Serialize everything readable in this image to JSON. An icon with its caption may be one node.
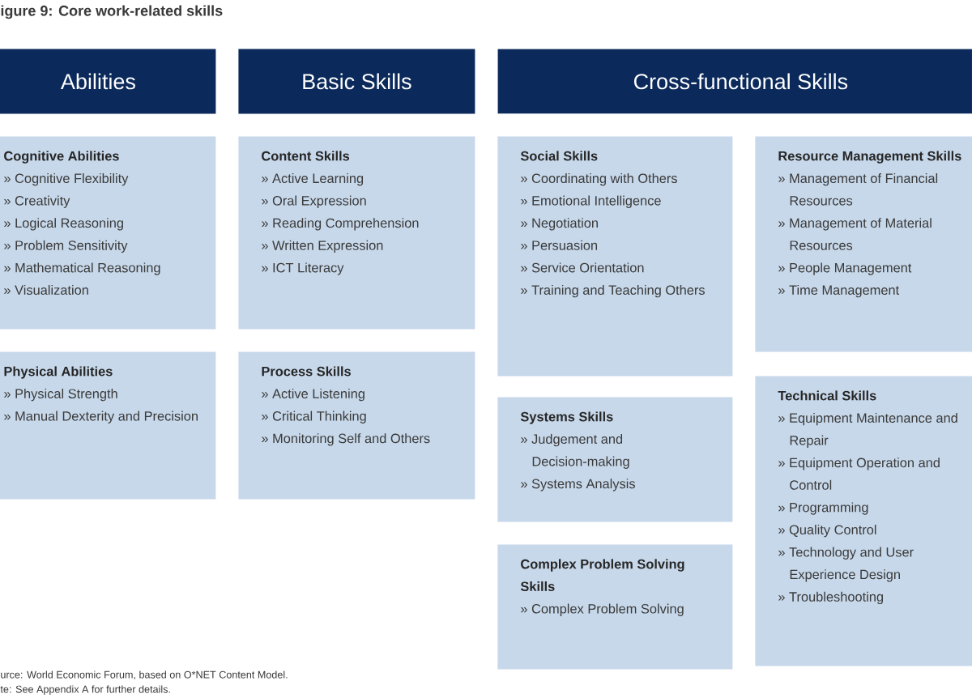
{
  "diagram": {
    "title": "igure 9: Core work-related skills",
    "nodes": [
      {
        "text": [
          "Abilities"
        ]
      },
      {
        "text": [
          "Basic Skills"
        ]
      },
      {
        "text": [
          "Cross-functional Skills"
        ]
      },
      {
        "text": [
          "Cognitive Abilities",
          "» Cognitive Flexibility",
          "» Creativity",
          "» Logical Reasoning",
          "» Problem Sensitivity",
          "» Mathematical Reasoning",
          "» Visualization"
        ]
      },
      {
        "text": [
          "Content Skills",
          "» Active Learning",
          "» Oral Expression",
          "» Reading Comprehension",
          "» Written Expression",
          "» ICT Literacy"
        ]
      },
      {
        "text": [
          "Social Skills",
          "» Coordinating with Others",
          "» Emotional Intelligence",
          "» Negotiation",
          "» Persuasion",
          "» Service Orientation",
          "» Training and Teaching Others"
        ]
      },
      {
        "text": [
          "Resource Management Skills",
          "» Management of Financial Resources",
          "» Management of Material Resources",
          "» People Management",
          "» Time Management"
        ]
      },
      {
        "text": [
          "Physical Abilities",
          "» Physical Strength",
          "» Manual Dexterity and Precision"
        ]
      },
      {
        "text": [
          "Process Skills",
          "» Active Listening",
          "» Critical Thinking",
          "» Monitoring Self and Others"
        ]
      },
      {
        "text": [
          "Systems Skills",
          "» Judgement and Decision-making",
          "» Systems Analysis"
        ]
      },
      {
        "text": [
          "Technical Skills",
          "» Equipment Maintenance and Repair",
          "» Equipment Operation and Control",
          "» Programming",
          "» Quality Control",
          "» Technology and User Experience Design",
          "» Troubleshooting"
        ]
      },
      {
        "text": [
          "Complex Problem Solving Skills",
          "» Complex Problem Solving"
        ]
      }
    ],
    "caption": "urce: World Economic Forum, based on O*NET Content Model.",
    "labels": [
      "te: See Appendix A for further details."
    ]
  }
}
